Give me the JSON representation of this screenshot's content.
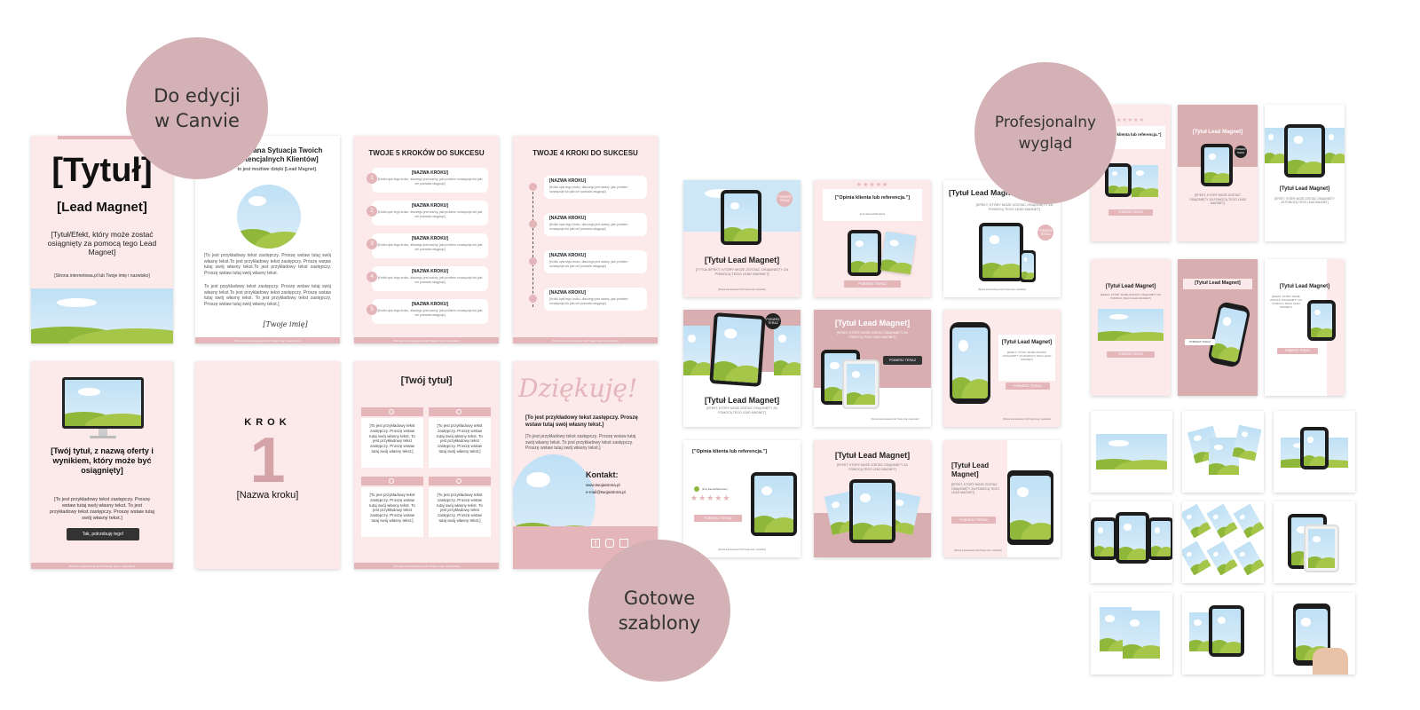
{
  "bubbles": {
    "edit": {
      "line1": "Do edycji",
      "line2": "w Canvie"
    },
    "pro": {
      "line1": "Profesjonalny",
      "line2": "wygląd"
    },
    "templates": {
      "line1": "Gotowe",
      "line2": "szablony"
    }
  },
  "ebook": {
    "cover": {
      "title": "[Tytuł]",
      "subtitle": "[Lead Magnet]",
      "desc": "[Tytuł/Efekt, który może zostać osiągnięty za pomocą tego Lead Magnet]",
      "author": "[Strona internetowa.pl lub Twoje imię i nazwisko]"
    },
    "page2": {
      "title": "Pożądana Sytuacja Twoich Potencjalnych Klientów]",
      "subtitle": "to jest możliwe dzięki [Lead Magnet].",
      "body1": "[To jest przykładowy tekst zastępczy. Proszę wstaw tutaj swój własny tekst.To jest przykładowy tekst zastępczy. Proszę wstaw tutaj swój własny tekst.To jest przykładowy tekst zastępczy. Proszę wstaw tutaj swój własny tekst.",
      "body2": "To jest przykładowy tekst zastępczy. Proszę wstaw tutaj swój własny tekst.To jest przykładowy tekst zastępczy. Proszę wstaw tutaj swój własny tekst. To jest przykładowy tekst zastępczy. Proszę wstaw tutaj swój własny tekst.]",
      "signature": "[Twoje imię]"
    },
    "page3": {
      "title": "TWOJE 5 KROKÓW DO SUKCESU",
      "steps": [
        {
          "num": "1",
          "name": "[NAZWA KROKU]",
          "desc": "[Krótki opis tego kroku, dlaczego jest ważny, jaki problem rozwiązuje lub jaki cel pozwala osiągnąć]"
        },
        {
          "num": "2",
          "name": "[NAZWA KROKU]",
          "desc": "[Krótki opis tego kroku, dlaczego jest ważny, jaki problem rozwiązuje lub jaki cel pozwala osiągnąć]"
        },
        {
          "num": "3",
          "name": "[NAZWA KROKU]",
          "desc": "[Krótki opis tego kroku, dlaczego jest ważny, jaki problem rozwiązuje lub jaki cel pozwala osiągnąć]"
        },
        {
          "num": "4",
          "name": "[NAZWA KROKU]",
          "desc": "[Krótki opis tego kroku, dlaczego jest ważny, jaki problem rozwiązuje lub jaki cel pozwala osiągnąć]"
        },
        {
          "num": "5",
          "name": "[NAZWA KROKU]",
          "desc": "[Krótki opis tego kroku, dlaczego jest ważny, jaki problem rozwiązuje lub jaki cel pozwala osiągnąć]"
        }
      ]
    },
    "page4": {
      "title": "TWOJE 4 KROKI DO SUKCESU",
      "steps": [
        {
          "name": "[NAZWA KROKU]",
          "desc": "[Krótki opis tego kroku, dlaczego jest ważny, jaki problem rozwiązuje lub jaki cel pozwala osiągnąć]"
        },
        {
          "name": "[NAZWA KROKU]",
          "desc": "[Krótki opis tego kroku, dlaczego jest ważny, jaki problem rozwiązuje lub jaki cel pozwala osiągnąć]"
        },
        {
          "name": "[NAZWA KROKU]",
          "desc": "[Krótki opis tego kroku, dlaczego jest ważny, jaki problem rozwiązuje lub jaki cel pozwala osiągnąć]"
        },
        {
          "name": "[NAZWA KROKU]",
          "desc": "[Krótki opis tego kroku, dlaczego jest ważny, jaki problem rozwiązuje lub jaki cel pozwala osiągnąć]"
        }
      ]
    },
    "page5": {
      "title": "[Twój tytuł, z nazwą oferty i wynikiem, który może być osiągnięty]",
      "body": "[To jest przykładowy tekst zastępczy. Proszę wstaw tutaj swój własny tekst. To jest przykładowy tekst zastępczy. Proszę wstaw tutaj swój własny tekst.]",
      "button": "Tak, potrzebuję tego!"
    },
    "page6": {
      "krok": "KROK",
      "number": "1",
      "name": "[Nazwa kroku]"
    },
    "page7": {
      "title": "[Twój tytuł]",
      "cell": "[To jest przykładowy tekst zastępczy. Proszę wstaw tutaj swój własny tekst. To jest przykładowy tekst zastępczy. Proszę wstaw tutaj swój własny tekst.]"
    },
    "page8": {
      "thanks": "Dziękuję!",
      "lead": "[To jest przykładowy tekst zastępczy. Proszę wstaw tutaj swój własny tekst.]",
      "body": "[To jest przykładowy tekst zastępczy. Proszę wstaw tutaj swój własny tekst. To jest przykładowy tekst zastępczy. Proszę wstaw tutaj swój własny tekst.]",
      "contact": "Kontakt:",
      "www": "www.twojastrona.pl",
      "email": "e-mail@twojastrona.pl"
    },
    "footer": "[Strona internetowa.pl lub Twoje imię i nazwisko]"
  },
  "posts": {
    "title": "[Tytuł Lead Magnet]",
    "effect": "[TYTUŁ/EFEKT, KTÓRY MOŻE ZOSTAĆ OSIĄGNIĘTY ZA POMOCĄ TEGO LEAD MAGNET]",
    "effect2": "[EFEKT, KTÓRY MOŻE ZOSTAĆ OSIĄGNIĘTY ZA POMOCĄ TEGO LEAD MAGNET]",
    "quote": "[\"Opinia klienta lub referencja.\"]",
    "badge": "POBIERZ TERAZ",
    "button": "POBIERZ TERAZ",
    "stars": "★★★★★",
    "name": "[Imię klienta/Nazwisko]",
    "website": "[Strona internetowa.pl lub Twoje imię i nazwisko]"
  },
  "stories": {
    "title": "[Tytuł Lead Magnet]",
    "quote": "[\"Opinia klienta lub referencja.\"]",
    "effect": "[EFEKT, KTÓRY MOŻE ZOSTAĆ OSIĄGNIĘTY ZA POMOCĄ TEGO LEAD MAGNET]",
    "button": "POBIERZ TERAZ",
    "stars": "★★★★★"
  }
}
